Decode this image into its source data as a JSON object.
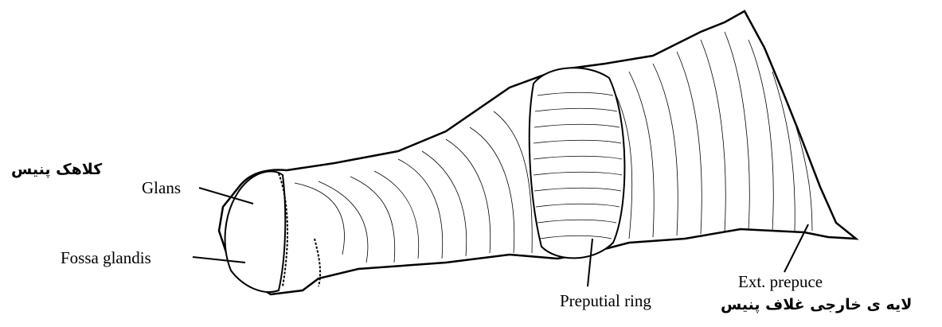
{
  "labels": {
    "glans": "Glans",
    "fossa_glandis": "Fossa glandis",
    "preputial_ring": "Preputial ring",
    "ext_prepuce": "Ext. prepuce",
    "glans_fa": "کلاهک پنیس",
    "ext_prepuce_fa": "لایه ی خارجی غلاف پنیس"
  }
}
